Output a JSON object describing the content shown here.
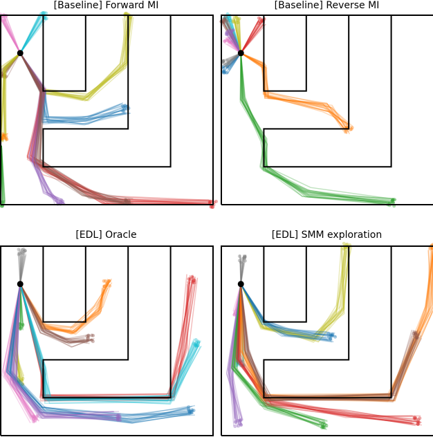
{
  "chart_data": [
    {
      "type": "line",
      "title": "[Baseline] Forward MI",
      "xlim": [
        0,
        5
      ],
      "ylim": [
        0,
        4.5
      ],
      "start": [
        0.46,
        3.6
      ],
      "skills": [
        {
          "color": "#e377c2",
          "path": [
            [
              0.46,
              3.6
            ],
            [
              0.05,
              4.45
            ]
          ]
        },
        {
          "color": "#17becf",
          "path": [
            [
              0.46,
              3.6
            ],
            [
              1.0,
              4.5
            ]
          ]
        },
        {
          "color": "#8c564b",
          "path": [
            [
              0.46,
              3.6
            ],
            [
              0.05,
              3.1
            ]
          ]
        },
        {
          "color": "#bcbd22",
          "path": [
            [
              0.46,
              3.6
            ],
            [
              0.05,
              3.2
            ],
            [
              0.02,
              1.6
            ]
          ]
        },
        {
          "color": "#bcbd22",
          "path": [
            [
              0.46,
              3.6
            ],
            [
              1.0,
              2.7
            ],
            [
              2.0,
              2.55
            ],
            [
              2.9,
              3.3
            ],
            [
              3.0,
              4.5
            ]
          ]
        },
        {
          "color": "#1f77b4",
          "path": [
            [
              0.46,
              3.6
            ],
            [
              1.0,
              2.7
            ],
            [
              1.05,
              2.0
            ],
            [
              2.0,
              2.0
            ],
            [
              2.95,
              2.3
            ]
          ]
        },
        {
          "color": "#d62728",
          "path": [
            [
              0.46,
              3.6
            ],
            [
              1.0,
              2.7
            ],
            [
              0.7,
              1.1
            ],
            [
              1.1,
              0.8
            ],
            [
              2.5,
              0.1
            ],
            [
              5.0,
              0.02
            ]
          ]
        },
        {
          "color": "#9467bd",
          "path": [
            [
              0.46,
              3.6
            ],
            [
              1.0,
              2.7
            ],
            [
              0.75,
              1.1
            ],
            [
              1.1,
              0.3
            ],
            [
              1.4,
              0.03
            ]
          ]
        },
        {
          "color": "#8c564b",
          "path": [
            [
              0.46,
              3.6
            ],
            [
              1.0,
              2.7
            ],
            [
              0.85,
              1.0
            ],
            [
              2.0,
              0.25
            ],
            [
              3.0,
              0.05
            ]
          ]
        },
        {
          "color": "#ff7f0e",
          "path": [
            [
              0.05,
              1.65
            ],
            [
              0.08,
              1.6
            ]
          ]
        },
        {
          "color": "#2ca02c",
          "path": [
            [
              0.02,
              1.4
            ],
            [
              0.02,
              0.02
            ]
          ]
        }
      ]
    },
    {
      "type": "line",
      "title": "[Baseline] Reverse MI",
      "xlim": [
        0,
        5
      ],
      "ylim": [
        0,
        4.5
      ],
      "start": [
        0.46,
        3.6
      ],
      "skills": [
        {
          "color": "#e377c2",
          "path": [
            [
              0.46,
              3.6
            ],
            [
              0.15,
              3.9
            ]
          ]
        },
        {
          "color": "#17becf",
          "path": [
            [
              0.46,
              3.6
            ],
            [
              0.15,
              4.45
            ]
          ]
        },
        {
          "color": "#1f77b4",
          "path": [
            [
              0.46,
              3.6
            ],
            [
              0.1,
              3.2
            ]
          ]
        },
        {
          "color": "#7f7f7f",
          "path": [
            [
              0.46,
              3.6
            ],
            [
              0.1,
              3.35
            ]
          ]
        },
        {
          "color": "#8c564b",
          "path": [
            [
              0.46,
              3.6
            ],
            [
              0.05,
              4.4
            ]
          ]
        },
        {
          "color": "#d62728",
          "path": [
            [
              0.46,
              3.6
            ],
            [
              0.95,
              4.35
            ]
          ]
        },
        {
          "color": "#9467bd",
          "path": [
            [
              0.46,
              3.6
            ],
            [
              0.2,
              4.1
            ]
          ]
        },
        {
          "color": "#bcbd22",
          "path": [
            [
              0.46,
              3.6
            ],
            [
              0.35,
              4.4
            ]
          ]
        },
        {
          "color": "#ff7f0e",
          "path": [
            [
              0.46,
              3.6
            ],
            [
              1.0,
              3.3
            ],
            [
              1.05,
              2.6
            ],
            [
              2.5,
              2.3
            ],
            [
              3.0,
              1.8
            ]
          ]
        },
        {
          "color": "#2ca02c",
          "path": [
            [
              0.46,
              3.6
            ],
            [
              0.5,
              2.5
            ],
            [
              1.0,
              1.5
            ],
            [
              1.0,
              0.9
            ],
            [
              2.0,
              0.3
            ],
            [
              4.0,
              0.05
            ]
          ]
        }
      ]
    },
    {
      "type": "line",
      "title": "[EDL] Oracle",
      "xlim": [
        0,
        5
      ],
      "ylim": [
        0,
        4.5
      ],
      "start": [
        0.46,
        3.6
      ],
      "skills": [
        {
          "color": "#7f7f7f",
          "path": [
            [
              0.46,
              3.6
            ],
            [
              0.5,
              4.35
            ]
          ]
        },
        {
          "color": "#ff7f0e",
          "path": [
            [
              0.46,
              3.6
            ],
            [
              1.0,
              2.6
            ],
            [
              1.7,
              2.5
            ],
            [
              2.3,
              3.0
            ],
            [
              2.5,
              3.6
            ]
          ]
        },
        {
          "color": "#8c564b",
          "path": [
            [
              0.46,
              3.6
            ],
            [
              1.0,
              2.5
            ],
            [
              1.6,
              2.2
            ],
            [
              2.1,
              2.3
            ]
          ]
        },
        {
          "color": "#2ca02c",
          "path": [
            [
              0.46,
              3.6
            ],
            [
              0.45,
              2.6
            ]
          ]
        },
        {
          "color": "#bcbd22",
          "path": [
            [
              0.46,
              3.6
            ],
            [
              0.3,
              2.2
            ],
            [
              0.45,
              1.3
            ]
          ]
        },
        {
          "color": "#e377c2",
          "path": [
            [
              0.46,
              3.6
            ],
            [
              0.1,
              1.5
            ],
            [
              0.8,
              0.4
            ]
          ]
        },
        {
          "color": "#1f77b4",
          "path": [
            [
              0.46,
              3.6
            ],
            [
              0.2,
              1.5
            ],
            [
              1.0,
              0.6
            ],
            [
              3.0,
              0.4
            ],
            [
              4.5,
              0.6
            ]
          ]
        },
        {
          "color": "#9467bd",
          "path": [
            [
              0.46,
              3.6
            ],
            [
              0.3,
              1.3
            ],
            [
              1.0,
              0.5
            ],
            [
              2.75,
              0.45
            ]
          ]
        },
        {
          "color": "#d62728",
          "path": [
            [
              0.46,
              3.6
            ],
            [
              1.0,
              1.5
            ],
            [
              1.0,
              0.9
            ],
            [
              4.0,
              0.9
            ],
            [
              4.3,
              2.0
            ],
            [
              4.5,
              3.7
            ]
          ]
        },
        {
          "color": "#17becf",
          "path": [
            [
              0.46,
              3.6
            ],
            [
              1.0,
              1.6
            ],
            [
              1.1,
              0.85
            ],
            [
              4.0,
              0.85
            ],
            [
              4.6,
              2.2
            ]
          ]
        }
      ]
    },
    {
      "type": "line",
      "title": "[EDL] SMM exploration",
      "xlim": [
        0,
        5
      ],
      "ylim": [
        0,
        4.5
      ],
      "start": [
        0.46,
        3.6
      ],
      "skills": [
        {
          "color": "#7f7f7f",
          "path": [
            [
              0.46,
              3.6
            ],
            [
              0.5,
              4.2
            ]
          ]
        },
        {
          "color": "#bcbd22",
          "path": [
            [
              0.46,
              3.6
            ],
            [
              1.0,
              2.6
            ],
            [
              2.2,
              2.3
            ],
            [
              2.8,
              3.0
            ],
            [
              2.95,
              4.5
            ]
          ]
        },
        {
          "color": "#1f77b4",
          "path": [
            [
              0.46,
              3.6
            ],
            [
              1.0,
              2.7
            ],
            [
              1.5,
              2.45
            ],
            [
              2.6,
              2.35
            ]
          ]
        },
        {
          "color": "#e377c2",
          "path": [
            [
              0.46,
              3.6
            ],
            [
              0.35,
              2.95
            ]
          ]
        },
        {
          "color": "#17becf",
          "path": [
            [
              0.46,
              3.6
            ],
            [
              0.45,
              1.7
            ]
          ]
        },
        {
          "color": "#9467bd",
          "path": [
            [
              0.46,
              3.6
            ],
            [
              0.2,
              1.5
            ],
            [
              0.4,
              0.3
            ]
          ]
        },
        {
          "color": "#2ca02c",
          "path": [
            [
              0.46,
              3.6
            ],
            [
              0.3,
              1.6
            ],
            [
              1.0,
              0.7
            ],
            [
              2.4,
              0.25
            ]
          ]
        },
        {
          "color": "#d62728",
          "path": [
            [
              0.46,
              3.6
            ],
            [
              0.4,
              1.8
            ],
            [
              1.1,
              0.8
            ],
            [
              3.0,
              0.5
            ],
            [
              4.6,
              0.35
            ]
          ]
        },
        {
          "color": "#ff7f0e",
          "path": [
            [
              0.46,
              3.6
            ],
            [
              0.5,
              2.0
            ],
            [
              1.0,
              0.9
            ],
            [
              4.0,
              0.9
            ],
            [
              4.9,
              3.0
            ],
            [
              5.0,
              4.5
            ]
          ]
        },
        {
          "color": "#8c564b",
          "path": [
            [
              0.46,
              3.6
            ],
            [
              0.6,
              2.0
            ],
            [
              1.1,
              0.9
            ],
            [
              4.0,
              0.9
            ],
            [
              4.6,
              2.4
            ]
          ]
        }
      ]
    }
  ],
  "maze_walls": [
    [
      [
        0,
        0
      ],
      [
        5,
        0
      ],
      [
        5,
        4.5
      ],
      [
        0,
        4.5
      ],
      [
        0,
        0
      ]
    ],
    [
      [
        1,
        4.5
      ],
      [
        1,
        2.7
      ],
      [
        2,
        2.7
      ],
      [
        2,
        4.5
      ]
    ],
    [
      [
        3,
        4.5
      ],
      [
        3,
        1.8
      ],
      [
        1,
        1.8
      ],
      [
        1,
        0.9
      ],
      [
        4,
        0.9
      ],
      [
        4,
        4.5
      ]
    ]
  ]
}
